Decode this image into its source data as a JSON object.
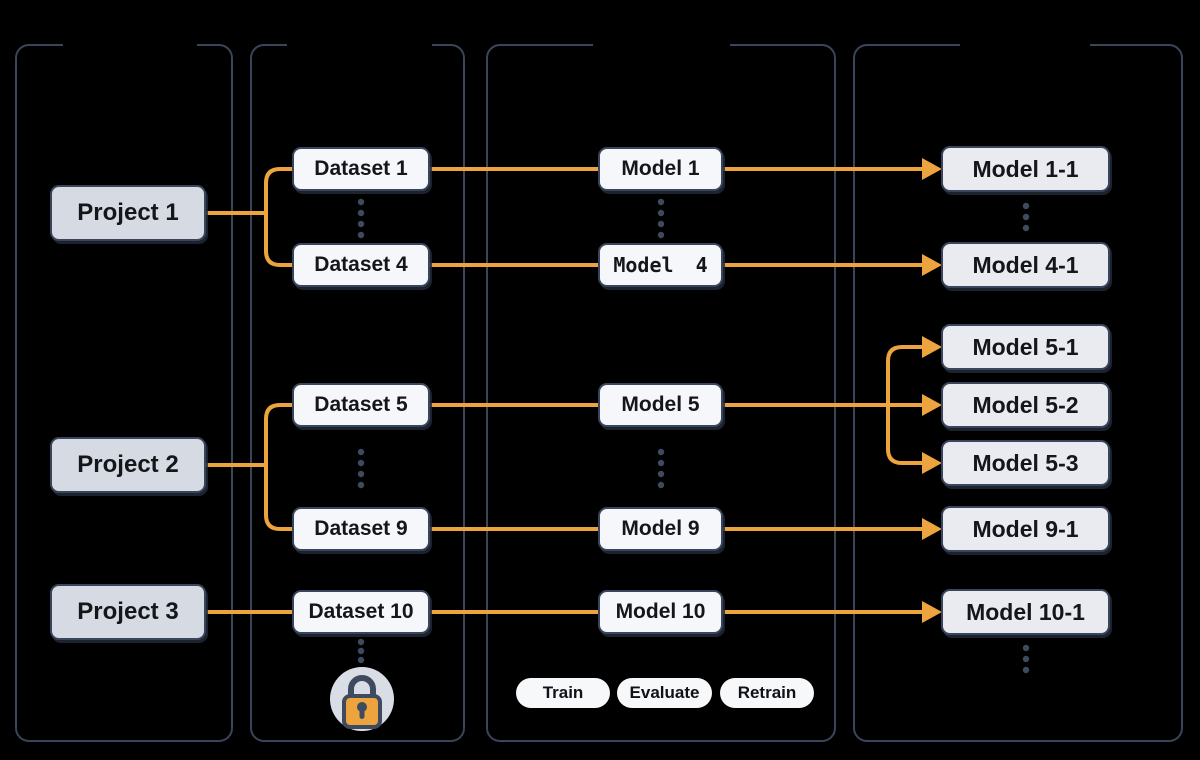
{
  "colors": {
    "background": "#000000",
    "lane_border": "#3A455A",
    "arrow_orange": "#EDA43E",
    "node_border": "#39455C",
    "project_fill": "#D6DAE3",
    "box_fill": "#F5F7FA",
    "retrained_fill": "#E9EBF1",
    "pill_fill": "#F7F8FA",
    "dot_color": "#3E4A5E",
    "text_color": "#14161A"
  },
  "nodes": {
    "projects": [
      {
        "label": "Project 1"
      },
      {
        "label": "Project 2"
      },
      {
        "label": "Project 3"
      }
    ],
    "datasets": [
      {
        "label": "Dataset 1"
      },
      {
        "label": "Dataset 4"
      },
      {
        "label": "Dataset 5"
      },
      {
        "label": "Dataset 9"
      },
      {
        "label": "Dataset 10"
      }
    ],
    "models": [
      {
        "label": "Model 1"
      },
      {
        "label": "Model 4"
      },
      {
        "label": "Model 5"
      },
      {
        "label": "Model 9"
      },
      {
        "label": "Model 10"
      }
    ],
    "retrained_models": [
      {
        "label": "Model 1-1"
      },
      {
        "label": "Model 4-1"
      },
      {
        "label": "Model 5-1"
      },
      {
        "label": "Model 5-2"
      },
      {
        "label": "Model 5-3"
      },
      {
        "label": "Model 9-1"
      },
      {
        "label": "Model 10-1"
      }
    ]
  },
  "stage_pills": [
    {
      "label": "Train"
    },
    {
      "label": "Evaluate"
    },
    {
      "label": "Retrain"
    }
  ],
  "icons": {
    "lock": "lock-icon",
    "ellipsis": "vertical-ellipsis-dots"
  },
  "connections": [
    {
      "from": "Project 1",
      "to": "Dataset 1",
      "arrowhead": false
    },
    {
      "from": "Project 1",
      "to": "Dataset 4",
      "arrowhead": false
    },
    {
      "from": "Project 2",
      "to": "Dataset 5",
      "arrowhead": false
    },
    {
      "from": "Project 2",
      "to": "Dataset 9",
      "arrowhead": false
    },
    {
      "from": "Project 3",
      "to": "Dataset 10",
      "arrowhead": false
    },
    {
      "from": "Dataset 1",
      "to": "Model 1",
      "arrowhead": false
    },
    {
      "from": "Dataset 4",
      "to": "Model 4",
      "arrowhead": false
    },
    {
      "from": "Dataset 5",
      "to": "Model 5",
      "arrowhead": false
    },
    {
      "from": "Dataset 9",
      "to": "Model 9",
      "arrowhead": false
    },
    {
      "from": "Dataset 10",
      "to": "Model 10",
      "arrowhead": false
    },
    {
      "from": "Model 1",
      "to": "Model 1-1",
      "arrowhead": true
    },
    {
      "from": "Model 4",
      "to": "Model 4-1",
      "arrowhead": true
    },
    {
      "from": "Model 5",
      "to": "Model 5-1",
      "arrowhead": true
    },
    {
      "from": "Model 5",
      "to": "Model 5-2",
      "arrowhead": true
    },
    {
      "from": "Model 5",
      "to": "Model 5-3",
      "arrowhead": true
    },
    {
      "from": "Model 9",
      "to": "Model 9-1",
      "arrowhead": true
    },
    {
      "from": "Model 10",
      "to": "Model 10-1",
      "arrowhead": true
    }
  ]
}
